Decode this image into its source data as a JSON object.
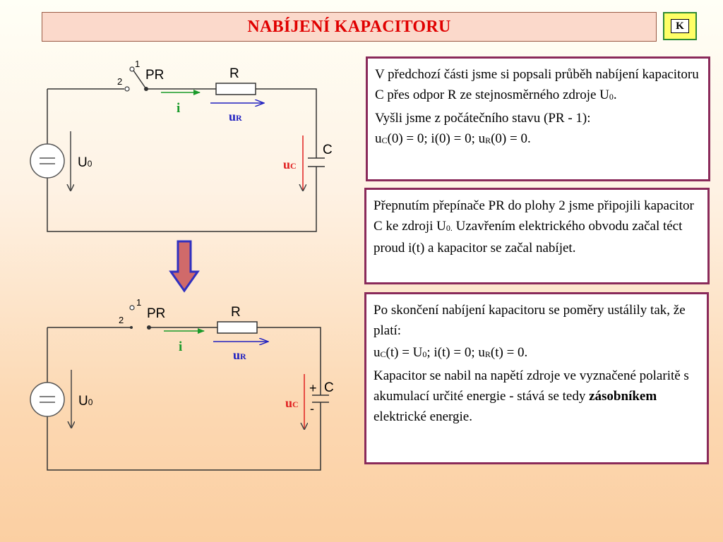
{
  "title": "NABÍJENÍ KAPACITORU",
  "nav_button": "K",
  "circuit_top": {
    "switch_label": "PR",
    "switch_pos_1": "1",
    "switch_pos_2": "2",
    "resistor_label": "R",
    "current_label": "i",
    "ur_main": "u",
    "ur_sub": "R",
    "source_main": "U",
    "source_sub": "0",
    "cap_label": "C",
    "uc_main": "u",
    "uc_sub": "C"
  },
  "circuit_bottom": {
    "switch_label": "PR",
    "switch_pos_1": "1",
    "switch_pos_2": "2",
    "resistor_label": "R",
    "current_label": "i",
    "ur_main": "u",
    "ur_sub": "R",
    "source_main": "U",
    "source_sub": "0",
    "cap_label": "C",
    "cap_plus": "+",
    "cap_minus": "-",
    "uc_main": "u",
    "uc_sub": "C"
  },
  "box1": {
    "p1_a": "V předchozí části jsme si popsali průběh nabíjení kapacitoru C přes odpor R ze stejnosměrného zdroje U",
    "p1_sub": "0",
    "p1_end": ".",
    "p2_a": "Vyšli jsme z počátečního stavu (PR - 1):",
    "p2_u": "u",
    "p2_sub_c": "C",
    "p2_b": "(0) = 0; i(0) = 0; u",
    "p2_sub_r": "R",
    "p2_c": "(0) = 0."
  },
  "box2": {
    "a": "Přepnutím přepínače PR do plohy 2 jsme připojili kapacitor C ke zdroji U",
    "sub": "0.",
    "b": " Uzavřením elektrického obvodu začal téct proud i(t)      a kapacitor se začal nabíjet."
  },
  "box3": {
    "p1": "Po skončení nabíjení kapacitoru se poměry ustálily tak, že platí:",
    "p2_u": "u",
    "p2_sub_c": "C",
    "p2_a": "(t) = U",
    "p2_sub_0": "0",
    "p2_b": "; i(t) = 0; u",
    "p2_sub_r": "R",
    "p2_c": "(t) = 0.",
    "p3_a": "Kapacitor se nabil na napětí zdroje ve vyznačené polaritě s akumulací určité energie - stává se tedy ",
    "p3_bold": "zásobníkem",
    "p3_b": " elektrické energie."
  },
  "colors": {
    "title_text": "#e00000",
    "current_arrow": "#1a9a2a",
    "ur_arrow": "#2020c0",
    "uc_arrow": "#e02020",
    "down_arrow_fill": "#d06a6a",
    "down_arrow_stroke": "#3030c0",
    "box_border": "#8a2a5a"
  }
}
